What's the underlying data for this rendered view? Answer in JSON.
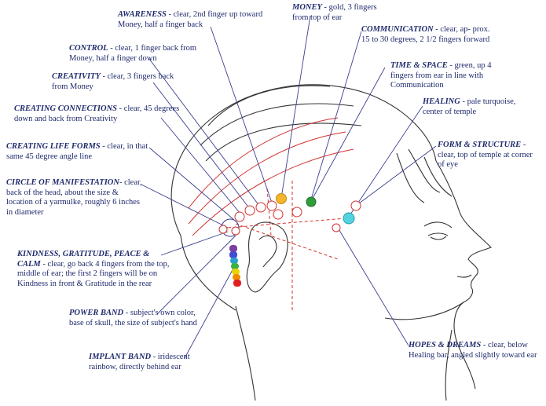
{
  "labels": {
    "awareness": {
      "title": "AWARENESS",
      "desc": " - clear, 2nd finger up toward Money, half a finger back"
    },
    "money": {
      "title": "MONEY",
      "desc": " - gold, 3 fingers from top of ear"
    },
    "communication": {
      "title": "COMMUNICATION",
      "desc": " - clear, ap- prox. 15 to 30 degrees, 2 1/2 fingers forward"
    },
    "control": {
      "title": "CONTROL",
      "desc": " - clear, 1 finger back from Money, half a finger down"
    },
    "time_space": {
      "title": "TIME & SPACE",
      "desc": " - green, up 4 fingers from ear in line with Communication"
    },
    "creativity": {
      "title": "CREATIVITY",
      "desc": " - clear, 3 fingers back from Money"
    },
    "healing": {
      "title": "HEALING",
      "desc": " - pale turquoise, center of temple"
    },
    "creating_connections": {
      "title": "CREATING CONNECTIONS",
      "desc": " - clear, 45 degrees down and back from Creativity"
    },
    "creating_life_forms": {
      "title": "CREATING LIFE FORMS",
      "desc": " - clear, in that same 45 degree angle line"
    },
    "form_structure": {
      "title": "FORM & STRUCTURE",
      "desc": " -clear, top of temple at corner of eye"
    },
    "circle_manifestation": {
      "title": "CIRCLE OF MANIFESTATION",
      "desc": "- clear, back of the head, about the size & location of a yarmulke, roughly 6 inches in diameter"
    },
    "kindness": {
      "title": "KINDNESS, GRATITUDE, PEACE & CALM",
      "desc": " - clear, go back 4 fingers from the top, middle of ear; the first 2 fingers will be on Kindness in front & Gratitude in the rear"
    },
    "power_band": {
      "title": "POWER BAND",
      "desc": " - subject's own color, base of skull, the size of subject's hand"
    },
    "implant_band": {
      "title": "IMPLANT BAND",
      "desc": " - iridescent rainbow, directly behind ear"
    },
    "hopes_dreams": {
      "title": "HOPES & DREAMS",
      "desc": " - clear, below Healing bar, angled slightly toward ear"
    }
  },
  "colors": {
    "label_text": "#1f2a6b",
    "pointer_line": "#3a3f8f",
    "sketch_line": "#333333",
    "guide_line": "#d2322d",
    "money": "#f3b52a",
    "time_space": "#2f9e3a",
    "healing": "#55d2e0",
    "implant_band": [
      "#7b3fa0",
      "#3f4fd0",
      "#2aa0d0",
      "#3cb043",
      "#e6d400",
      "#f08a00",
      "#e02020"
    ]
  }
}
